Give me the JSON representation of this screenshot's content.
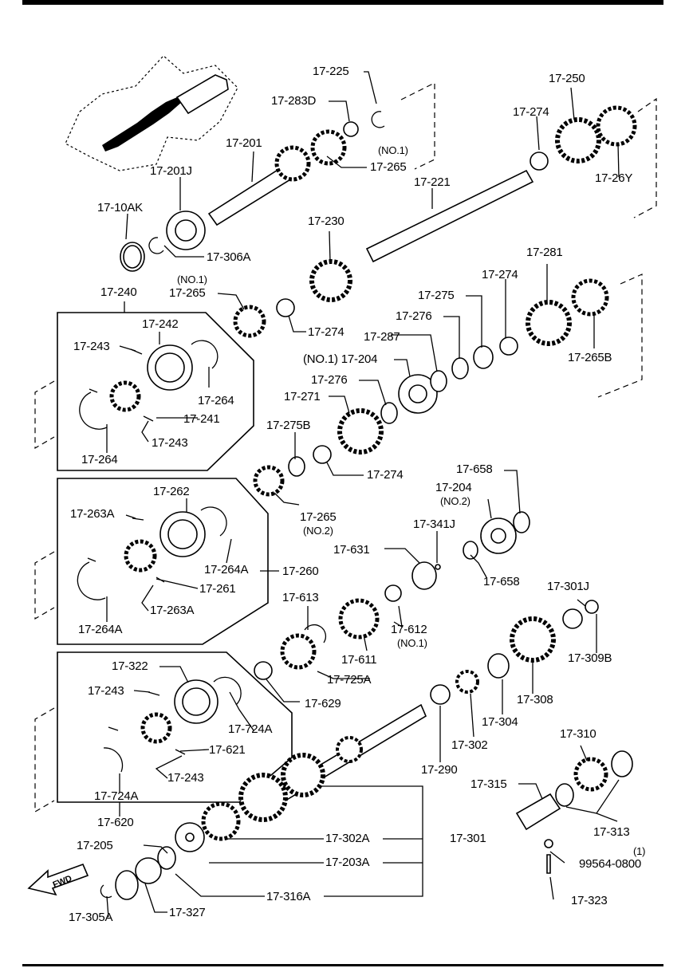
{
  "labels": {
    "p17_225": "17-225",
    "p17_283D": "17-283D",
    "p17_201": "17-201",
    "p17_201J": "17-201J",
    "p17_10AK": "17-10AK",
    "p17_306A": "17-306A",
    "p17_265_top": "17-265",
    "p17_265_top_no": "(NO.1)",
    "p17_250": "17-250",
    "p17_274_a": "17-274",
    "p17_26Y": "17-26Y",
    "p17_221": "17-221",
    "p17_230": "17-230",
    "p17_240": "17-240",
    "p17_265_mid_no": "(NO.1)",
    "p17_265_mid": "17-265",
    "p17_242": "17-242",
    "p17_243_a": "17-243",
    "p17_264_a": "17-264",
    "p17_241": "17-241",
    "p17_243_b": "17-243",
    "p17_264_b": "17-264",
    "p17_274_b": "17-274",
    "p17_281": "17-281",
    "p17_275": "17-275",
    "p17_274_c": "17-274",
    "p17_276_a": "17-276",
    "p17_287": "17-287",
    "p17_204_no1": "(NO.1) 17-204",
    "p17_265B": "17-265B",
    "p17_276_b": "17-276",
    "p17_271": "17-271",
    "p17_275B": "17-275B",
    "p17_274_d": "17-274",
    "p17_262": "17-262",
    "p17_263A_a": "17-263A",
    "p17_265_no2": "17-265",
    "p17_265_no2_sub": "(NO.2)",
    "p17_658_a": "17-658",
    "p17_204_no2": "17-204",
    "p17_204_no2_sub": "(NO.2)",
    "p17_341J": "17-341J",
    "p17_264A_a": "17-264A",
    "p17_260": "17-260",
    "p17_631": "17-631",
    "p17_261": "17-261",
    "p17_263A_b": "17-263A",
    "p17_658_b": "17-658",
    "p17_264A_b": "17-264A",
    "p17_613": "17-613",
    "p17_612": "17-612",
    "p17_612_sub": "(NO.1)",
    "p17_301J": "17-301J",
    "p17_611": "17-611",
    "p17_309B": "17-309B",
    "p17_322": "17-322",
    "p17_725A": "17-725A",
    "p17_243_c": "17-243",
    "p17_629": "17-629",
    "p17_308": "17-308",
    "p17_724A_a": "17-724A",
    "p17_304": "17-304",
    "p17_621": "17-621",
    "p17_302": "17-302",
    "p17_243_d": "17-243",
    "p17_310": "17-310",
    "p17_290": "17-290",
    "p17_724A_b": "17-724A",
    "p17_315": "17-315",
    "p17_620": "17-620",
    "p17_313": "17-313",
    "p17_302A": "17-302A",
    "p17_301": "17-301",
    "p17_205": "17-205",
    "qty_1": "(1)",
    "p99564": "99564-0800",
    "p17_203A": "17-203A",
    "p17_316A": "17-316A",
    "p17_323": "17-323",
    "p17_327": "17-327",
    "p17_305A": "17-305A",
    "fwd": "FWD"
  }
}
